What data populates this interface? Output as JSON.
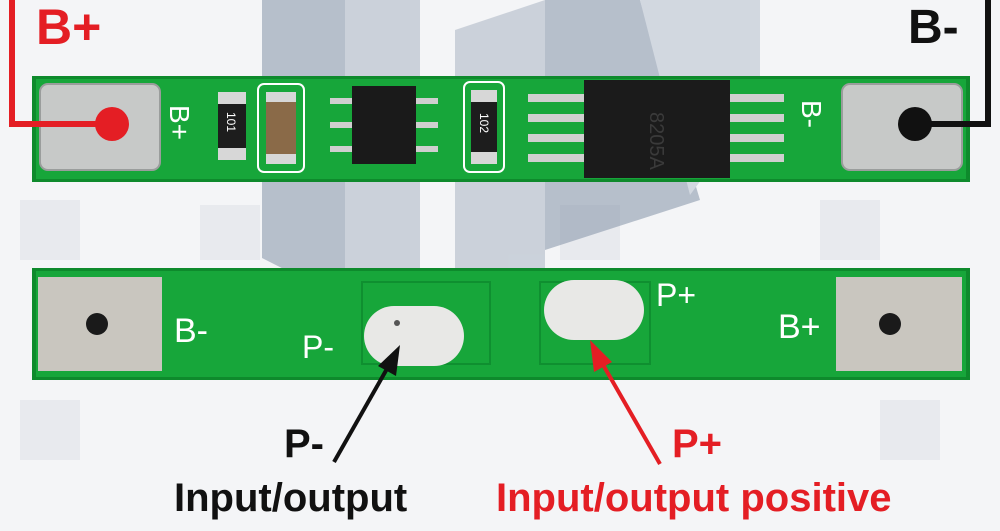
{
  "colors": {
    "pcb_green": "#17a63a",
    "pcb_edge": "#0e8a2c",
    "silkscreen": "#ffffff",
    "pad_metal": "#c7c9c8",
    "positive_red": "#e41e24",
    "negative_black": "#111111",
    "watermark": "#7f8da1"
  },
  "labels": {
    "b_plus": "B+",
    "b_minus": "B-",
    "p_minus": "P-",
    "p_minus_desc": "Input/output",
    "p_plus": "P+",
    "p_plus_desc": "Input/output positive"
  },
  "silkscreen": {
    "top_left_pad": "B+",
    "top_right_pad": "B-",
    "bottom_left_pad": "B-",
    "bottom_right_pad": "B+",
    "bottom_p_minus": "P-",
    "bottom_p_plus": "P+"
  },
  "components": {
    "resistor_1": "101",
    "resistor_2": "102",
    "ic_main": "8205A"
  },
  "icons": [
    "wire-terminal-dot-icon",
    "mounting-hole-icon",
    "watermark-logo-icon"
  ]
}
